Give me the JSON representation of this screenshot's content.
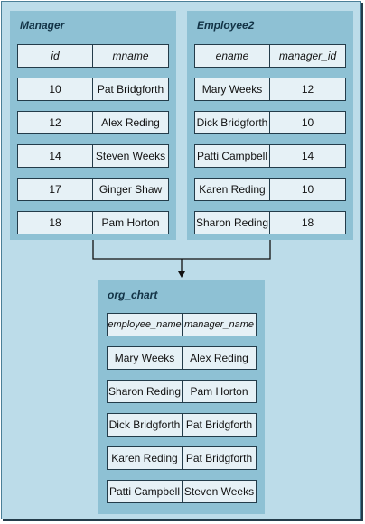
{
  "tables": [
    {
      "title": "Manager",
      "columns": [
        "id",
        "mname"
      ],
      "rows": [
        [
          "10",
          "Pat Bridgforth"
        ],
        [
          "12",
          "Alex Reding"
        ],
        [
          "14",
          "Steven Weeks"
        ],
        [
          "17",
          "Ginger Shaw"
        ],
        [
          "18",
          "Pam Horton"
        ]
      ]
    },
    {
      "title": "Employee2",
      "columns": [
        "ename",
        "manager_id"
      ],
      "rows": [
        [
          "Mary Weeks",
          "12"
        ],
        [
          "Dick Bridgforth",
          "10"
        ],
        [
          "Patti Campbell",
          "14"
        ],
        [
          "Karen Reding",
          "10"
        ],
        [
          "Sharon Reding",
          "18"
        ]
      ]
    },
    {
      "title": "org_chart",
      "columns": [
        "employee_name",
        "manager_name"
      ],
      "rows": [
        [
          "Mary Weeks",
          "Alex Reding"
        ],
        [
          "Sharon Reding",
          "Pam Horton"
        ],
        [
          "Dick Bridgforth",
          "Pat Bridgforth"
        ],
        [
          "Karen Reding",
          "Pat Bridgforth"
        ],
        [
          "Patti Campbell",
          "Steven Weeks"
        ]
      ]
    }
  ],
  "colors": {
    "frame_bg": "#bcdce9",
    "panel_bg": "#8ec1d4",
    "cell_bg": "#e6f1f6",
    "border": "#233c4a"
  }
}
